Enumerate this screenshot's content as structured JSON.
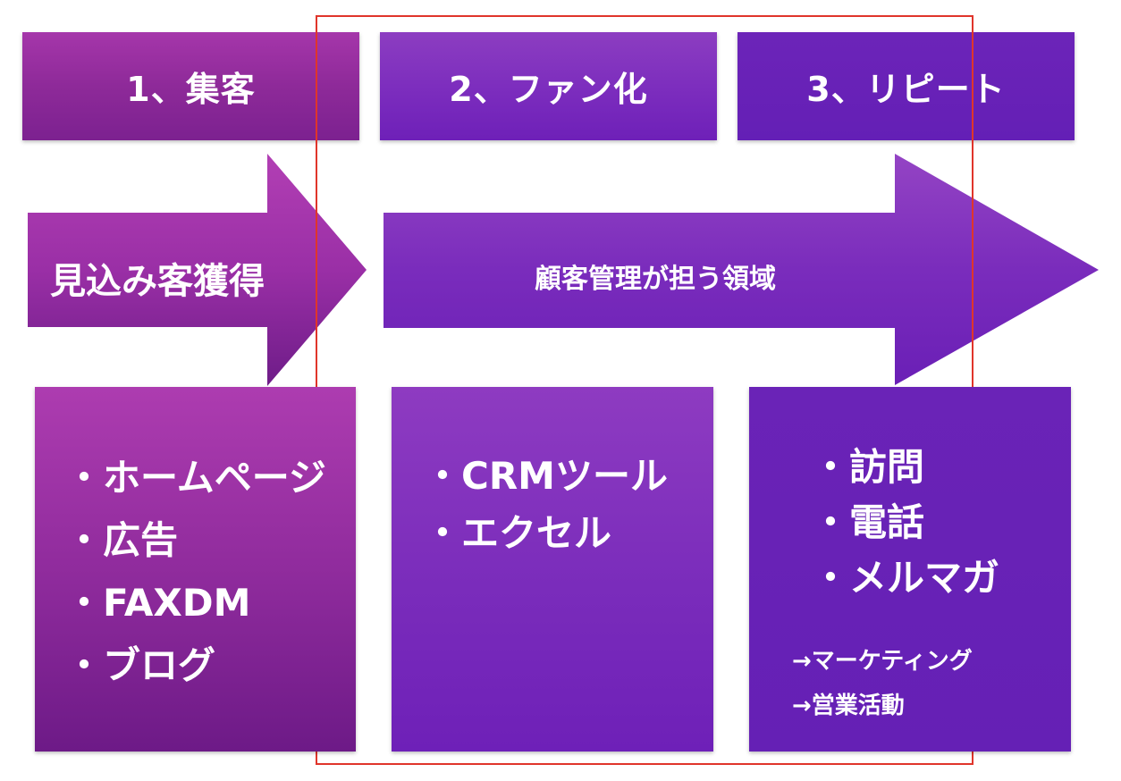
{
  "headers": [
    "1、集客",
    "2、ファン化",
    "3、リピート"
  ],
  "arrows": {
    "left_label": "見込み客獲得",
    "right_label": "顧客管理が担う領域"
  },
  "boxes": [
    {
      "items": [
        "・ホームページ",
        "・広告",
        "・FAXDM",
        "・ブログ"
      ]
    },
    {
      "items": [
        "・CRMツール",
        "・エクセル"
      ]
    },
    {
      "items": [
        "・訪問",
        "・電話",
        "・メルマガ"
      ],
      "sub_items": [
        "→マーケティング",
        "→営業活動"
      ]
    }
  ],
  "colors": {
    "frame": "#e0352b",
    "magenta": "#9b30a8",
    "violet": "#7a2bbd",
    "purple": "#6520b5"
  }
}
